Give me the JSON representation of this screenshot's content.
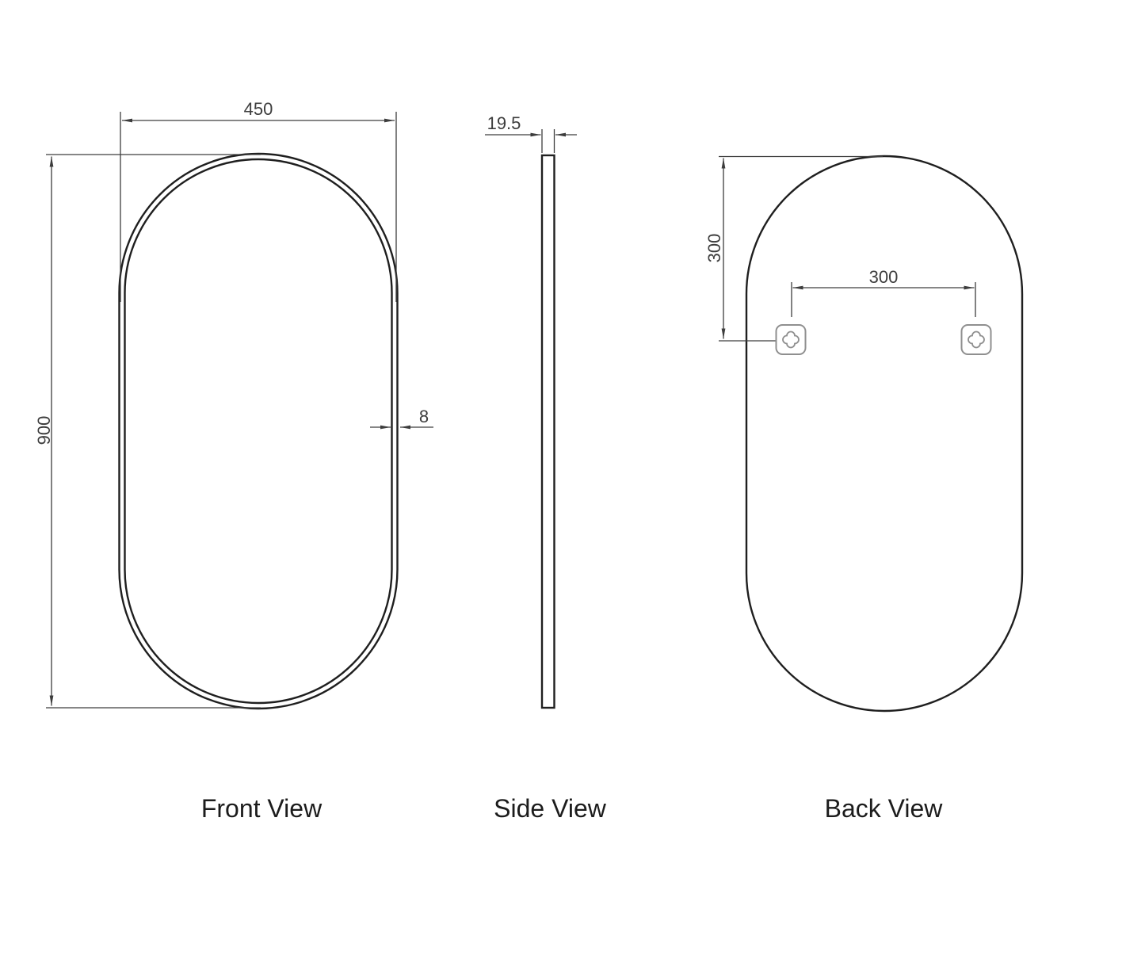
{
  "drawing": {
    "type": "technical-drawing-mirror",
    "views": {
      "front": {
        "label": "Front View",
        "width_mm": "450",
        "height_mm": "900",
        "frame_thickness_mm": "8"
      },
      "side": {
        "label": "Side View",
        "depth_mm": "19.5"
      },
      "back": {
        "label": "Back View",
        "mount_top_offset_mm": "300",
        "mount_spacing_mm": "300"
      }
    },
    "colors": {
      "outline": "#1f1f1f",
      "dimension": "#3d3d3d",
      "bracket": "#8f8f8f",
      "background": "#ffffff"
    }
  }
}
